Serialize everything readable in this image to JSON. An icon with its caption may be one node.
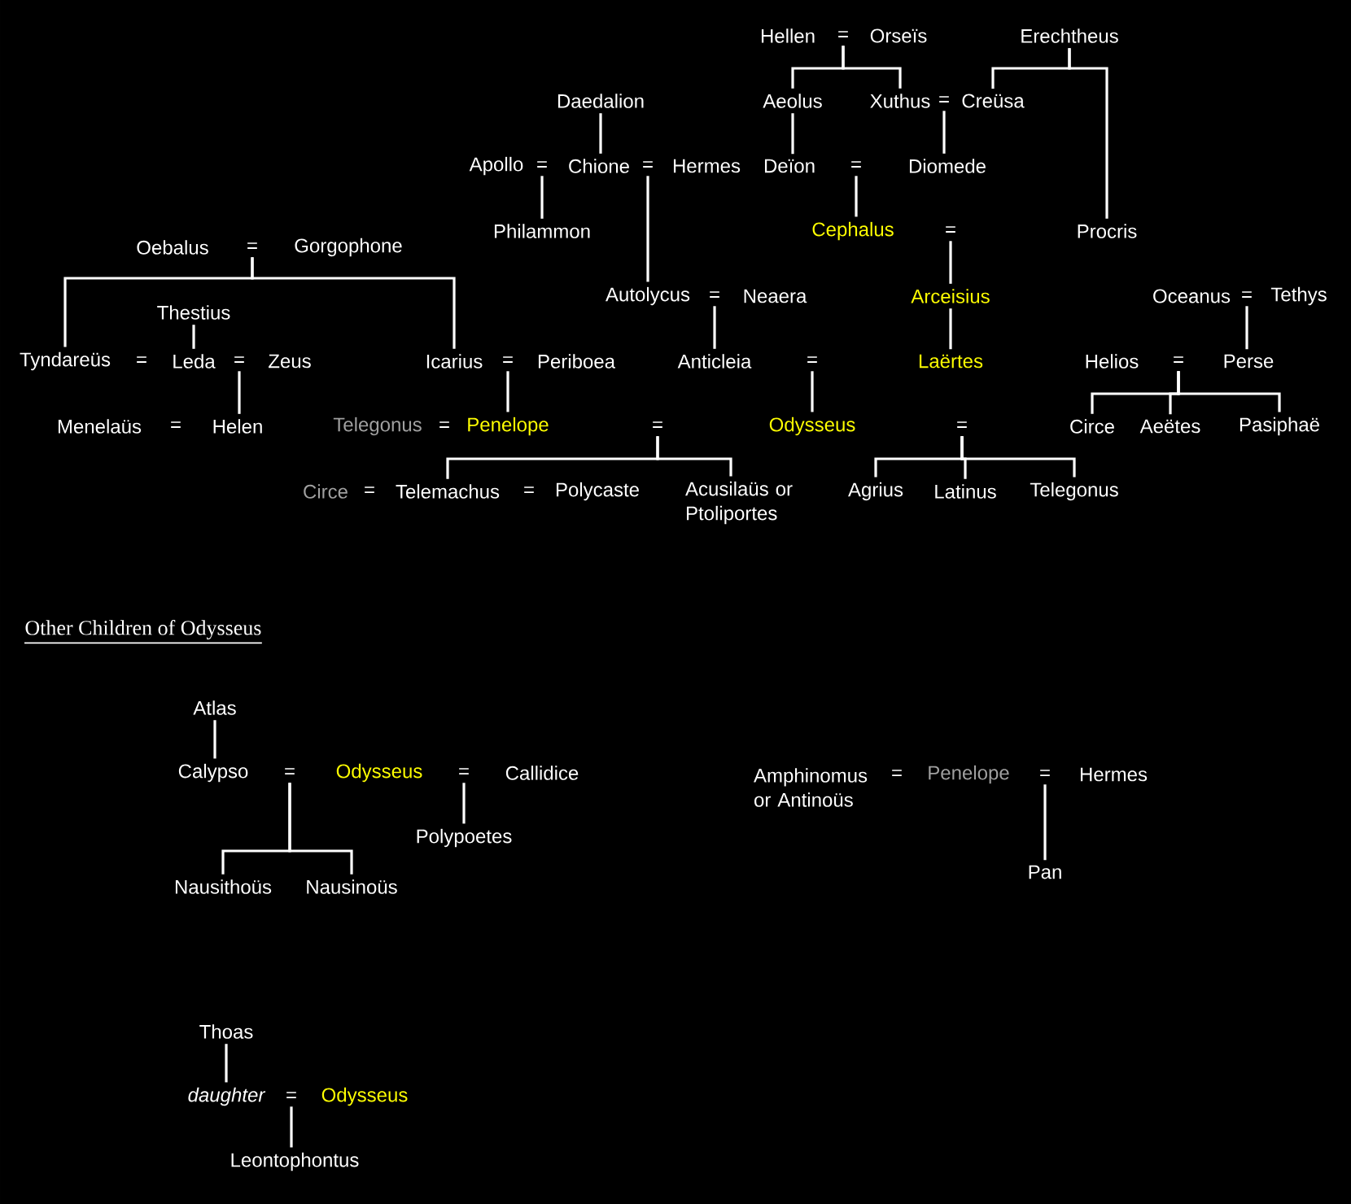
{
  "diagram": {
    "nodes": [
      {
        "text": [
          "Hellen"
        ]
      },
      {
        "text": [
          "="
        ]
      },
      {
        "text": [
          "Orseïs"
        ]
      },
      {
        "text": [
          "Erechtheus"
        ]
      },
      {
        "text": [
          "Daedalion"
        ]
      },
      {
        "text": [
          "Aeolus"
        ]
      },
      {
        "text": [
          "Xuthus"
        ]
      },
      {
        "text": [
          "="
        ]
      },
      {
        "text": [
          "Creüsa"
        ]
      },
      {
        "text": [
          "Apollo"
        ]
      },
      {
        "text": [
          "="
        ]
      },
      {
        "text": [
          "Chione"
        ]
      },
      {
        "text": [
          "="
        ]
      },
      {
        "text": [
          "Hermes"
        ]
      },
      {
        "text": [
          "Deïon"
        ]
      },
      {
        "text": [
          "="
        ]
      },
      {
        "text": [
          "Diomede"
        ]
      },
      {
        "text": [
          "Philammon"
        ]
      },
      {
        "text": [
          "Cephalus"
        ]
      },
      {
        "text": [
          "="
        ]
      },
      {
        "text": [
          "Procris"
        ]
      },
      {
        "text": [
          "Oebalus"
        ]
      },
      {
        "text": [
          "="
        ]
      },
      {
        "text": [
          "Gorgophone"
        ]
      },
      {
        "text": [
          "Autolycus"
        ]
      },
      {
        "text": [
          "="
        ]
      },
      {
        "text": [
          "Neaera"
        ]
      },
      {
        "text": [
          "Arceisius"
        ]
      },
      {
        "text": [
          "Oceanus"
        ]
      },
      {
        "text": [
          "="
        ]
      },
      {
        "text": [
          "Tethys"
        ]
      },
      {
        "text": [
          "Thestius"
        ]
      },
      {
        "text": [
          "Tyndareüs"
        ]
      },
      {
        "text": [
          "="
        ]
      },
      {
        "text": [
          "Leda"
        ]
      },
      {
        "text": [
          "="
        ]
      },
      {
        "text": [
          "Zeus"
        ]
      },
      {
        "text": [
          "Icarius"
        ]
      },
      {
        "text": [
          "="
        ]
      },
      {
        "text": [
          "Periboea"
        ]
      },
      {
        "text": [
          "Anticleia"
        ]
      },
      {
        "text": [
          "="
        ]
      },
      {
        "text": [
          "Laërtes"
        ]
      },
      {
        "text": [
          "Helios"
        ]
      },
      {
        "text": [
          "="
        ]
      },
      {
        "text": [
          "Perse"
        ]
      },
      {
        "text": [
          "Menelaüs"
        ]
      },
      {
        "text": [
          "="
        ]
      },
      {
        "text": [
          "Helen"
        ]
      },
      {
        "text": [
          "Telegonus"
        ]
      },
      {
        "text": [
          "="
        ]
      },
      {
        "text": [
          "Penelope"
        ]
      },
      {
        "text": [
          "="
        ]
      },
      {
        "text": [
          "Odysseus"
        ]
      },
      {
        "text": [
          "="
        ]
      },
      {
        "text": [
          "Circe"
        ]
      },
      {
        "text": [
          "Aeëtes"
        ]
      },
      {
        "text": [
          "Pasiphaë"
        ]
      },
      {
        "text": [
          "Circe"
        ]
      },
      {
        "text": [
          "="
        ]
      },
      {
        "text": [
          "Telemachus"
        ]
      },
      {
        "text": [
          "="
        ]
      },
      {
        "text": [
          "Polycaste"
        ]
      },
      {
        "text": [
          "Acusilaüs or Ptoliportes"
        ]
      },
      {
        "text": [
          "Agrius"
        ]
      },
      {
        "text": [
          "Latinus"
        ]
      },
      {
        "text": [
          "Telegonus"
        ]
      },
      {
        "text": [
          "Atlas"
        ]
      },
      {
        "text": [
          "Calypso"
        ]
      },
      {
        "text": [
          "="
        ]
      },
      {
        "text": [
          "Odysseus"
        ]
      },
      {
        "text": [
          "="
        ]
      },
      {
        "text": [
          "Callidice"
        ]
      },
      {
        "text": [
          "Nausithoüs"
        ]
      },
      {
        "text": [
          "Nausinoüs"
        ]
      },
      {
        "text": [
          "Polypoetes"
        ]
      },
      {
        "text": [
          "Amphinomus or Antinoüs"
        ]
      },
      {
        "text": [
          "="
        ]
      },
      {
        "text": [
          "Penelope"
        ]
      },
      {
        "text": [
          "="
        ]
      },
      {
        "text": [
          "Hermes"
        ]
      },
      {
        "text": [
          "Pan"
        ]
      },
      {
        "text": [
          "Thoas"
        ]
      },
      {
        "text": [
          "daughter"
        ]
      },
      {
        "text": [
          "="
        ]
      },
      {
        "text": [
          "Odysseus"
        ]
      },
      {
        "text": [
          "Leontophontus"
        ]
      }
    ],
    "edges": [
      {
        "from": 1,
        "to": 5,
        "arrow": "none"
      },
      {
        "from": 1,
        "to": 6,
        "arrow": "none"
      },
      {
        "from": 3,
        "to": 8,
        "arrow": "none"
      },
      {
        "from": 3,
        "to": 20,
        "arrow": "none"
      },
      {
        "from": 4,
        "to": 11,
        "arrow": "none"
      },
      {
        "from": 5,
        "to": 14,
        "arrow": "none"
      },
      {
        "from": 7,
        "to": 16,
        "arrow": "none"
      },
      {
        "from": 10,
        "to": 17,
        "arrow": "none"
      },
      {
        "from": 12,
        "to": 24,
        "arrow": "none"
      },
      {
        "from": 15,
        "to": 18,
        "arrow": "none"
      },
      {
        "from": 19,
        "to": 27,
        "arrow": "none"
      },
      {
        "from": 27,
        "to": 42,
        "arrow": "none"
      },
      {
        "from": 25,
        "to": 40,
        "arrow": "none"
      },
      {
        "from": 41,
        "to": 53,
        "arrow": "none"
      },
      {
        "from": 29,
        "to": 45,
        "arrow": "none"
      },
      {
        "from": 44,
        "to": 55,
        "arrow": "none"
      },
      {
        "from": 44,
        "to": 56,
        "arrow": "none"
      },
      {
        "from": 44,
        "to": 57,
        "arrow": "none"
      },
      {
        "from": 22,
        "to": 32,
        "arrow": "none"
      },
      {
        "from": 22,
        "to": 37,
        "arrow": "none"
      },
      {
        "from": 31,
        "to": 34,
        "arrow": "none"
      },
      {
        "from": 35,
        "to": 48,
        "arrow": "none"
      },
      {
        "from": 38,
        "to": 51,
        "arrow": "none"
      },
      {
        "from": 52,
        "to": 60,
        "arrow": "none"
      },
      {
        "from": 52,
        "to": 63,
        "arrow": "none"
      },
      {
        "from": 54,
        "to": 64,
        "arrow": "none"
      },
      {
        "from": 54,
        "to": 65,
        "arrow": "none"
      },
      {
        "from": 54,
        "to": 66,
        "arrow": "none"
      },
      {
        "from": 67,
        "to": 68,
        "arrow": "none"
      },
      {
        "from": 69,
        "to": 73,
        "arrow": "none"
      },
      {
        "from": 69,
        "to": 74,
        "arrow": "none"
      },
      {
        "from": 71,
        "to": 75,
        "arrow": "none"
      },
      {
        "from": 79,
        "to": 81,
        "arrow": "none"
      },
      {
        "from": 82,
        "to": 83,
        "arrow": "none"
      },
      {
        "from": 84,
        "to": 86,
        "arrow": "none"
      }
    ],
    "labels": [
      "Other Children of Odysseus"
    ]
  }
}
